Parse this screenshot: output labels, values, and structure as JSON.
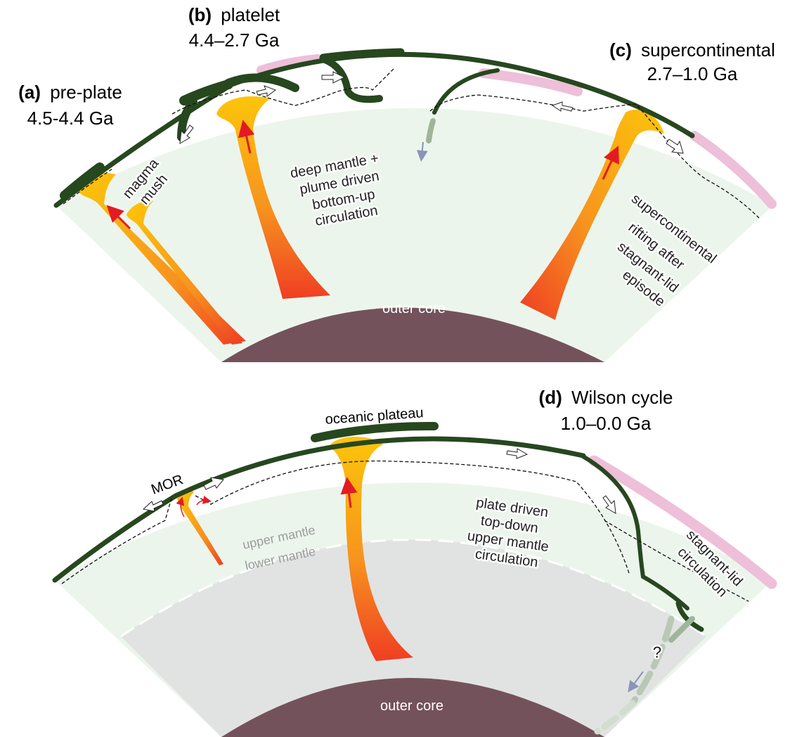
{
  "panel_top": {
    "stages": [
      {
        "letter": "(a)",
        "name": "pre-plate",
        "age": "4.5-4.4 Ga"
      },
      {
        "letter": "(b)",
        "name": "platelet",
        "age": "4.4–2.7 Ga"
      },
      {
        "letter": "(c)",
        "name": "supercontinental",
        "age": "2.7–1.0 Ga"
      }
    ],
    "annotations": {
      "magma_mush": [
        "magma",
        "mush"
      ],
      "deep_mantle": [
        "deep mantle +",
        "plume driven",
        "bottom-up",
        "circulation"
      ],
      "supercontinental_rifting": [
        "supercontinental",
        "rifting after",
        "stagnant-lid",
        "episode"
      ]
    },
    "core_label": "outer core"
  },
  "panel_bottom": {
    "stage": {
      "letter": "(d)",
      "name": "Wilson cycle",
      "age": "1.0–0.0 Ga"
    },
    "labels": {
      "oceanic_plateau": "oceanic plateau",
      "mor": "MOR",
      "upper_mantle": "upper mantle",
      "lower_mantle": "lower mantle",
      "plate_driven": [
        "plate driven",
        "top-down",
        "upper mantle",
        "circulation"
      ],
      "stagnant_lid": [
        "stagnant-lid",
        "circulation"
      ],
      "question": "?"
    },
    "core_label": "outer core"
  },
  "colors": {
    "mantle": "#ecf5ec",
    "lower_mantle": "#e1e3e2",
    "lithosphere": "#27471f",
    "continent": "#eebfd8",
    "core": "#74525c",
    "plume_top": "#fcc50a",
    "plume_base": "#ef3e23",
    "flow_arrow": "#e21b23",
    "sink_arrow": "#8b93b8"
  }
}
